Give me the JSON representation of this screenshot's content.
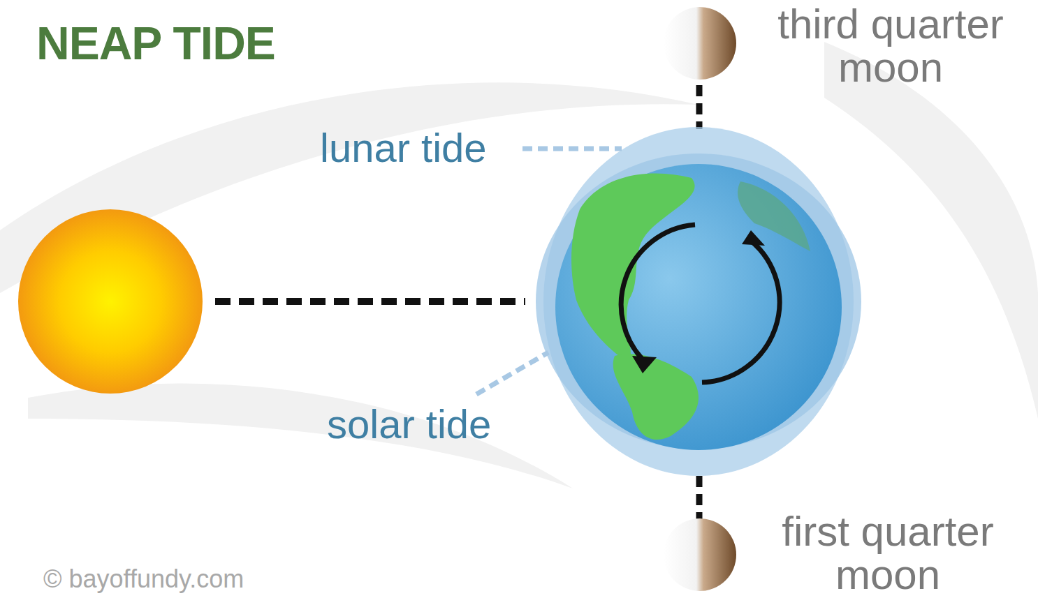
{
  "diagram": {
    "title": "NEAP TIDE",
    "labels": [
      "third quarter moon",
      "lunar tide",
      "solar tide",
      "first quarter moon",
      "© bayoffundy.com"
    ]
  }
}
